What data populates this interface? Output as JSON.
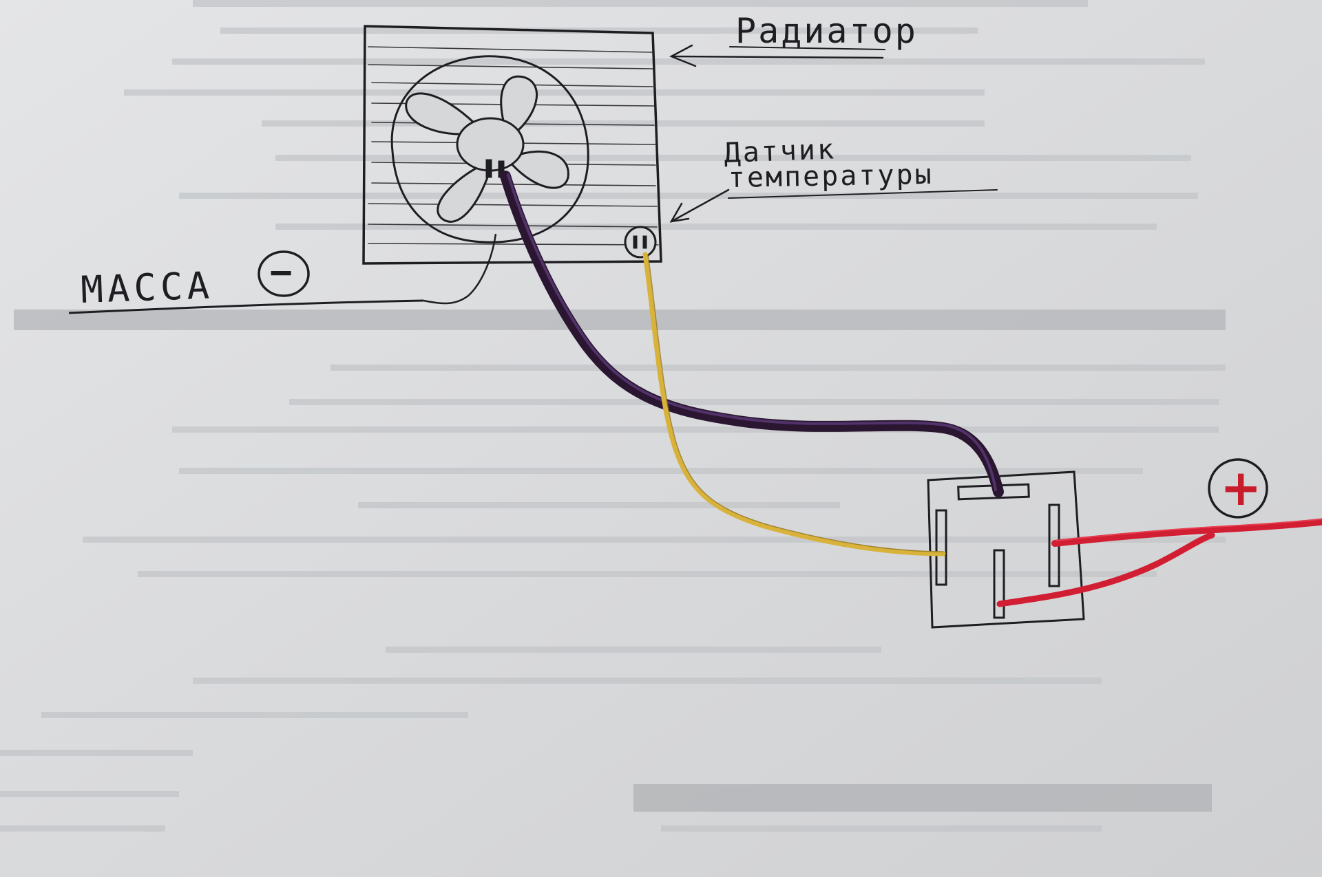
{
  "labels": {
    "radiator": "Радиатор",
    "sensor_line1": "Датчик",
    "sensor_line2": "температуры",
    "ground": "МАССА",
    "minus": "−",
    "plus": "+"
  },
  "colors": {
    "paper": "#d9dadc",
    "ink": "#1e1e22",
    "fan_wire": "#3a1f3d",
    "sensor_wire": "#d8b23a",
    "power_wire": "#d21e32"
  },
  "icons": {
    "fan": "fan-icon",
    "sensor": "temperature-sensor-icon",
    "relay": "relay-icon",
    "minus": "minus-circle-icon",
    "plus": "plus-circle-icon"
  }
}
